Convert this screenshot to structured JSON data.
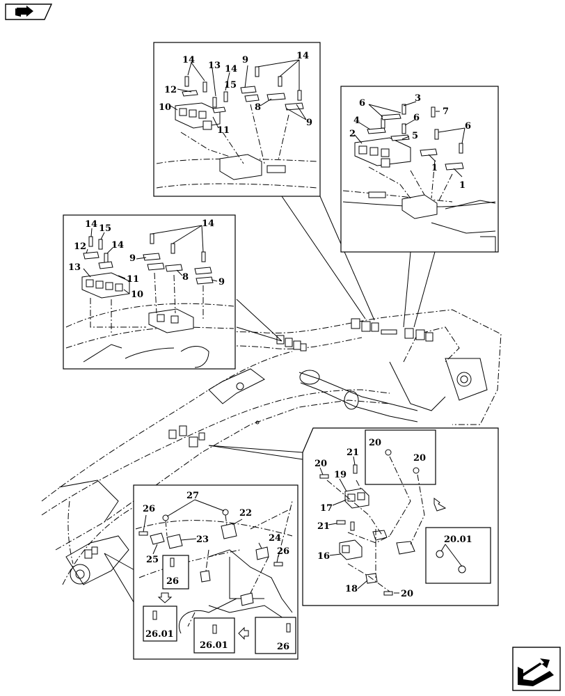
{
  "icons": {
    "top_left": "book-arrow-icon",
    "bottom_right": "next-page-arrow-icon"
  },
  "labels": {
    "top_detail": {
      "l14a": "14",
      "l13": "13",
      "l14b": "14",
      "l12": "12",
      "l15": "15",
      "l10": "10",
      "l11": "11",
      "l9a": "9",
      "l14c": "14",
      "l8": "8",
      "l9b": "9"
    },
    "right_detail": {
      "l6a": "6",
      "l3": "3",
      "l4": "4",
      "l6b": "6",
      "l7": "7",
      "l2": "2",
      "l5": "5",
      "l6c": "6",
      "l1a": "1",
      "l1b": "1"
    },
    "left_detail": {
      "l14a": "14",
      "l15": "15",
      "l12": "12",
      "l14b": "14",
      "l14c": "14",
      "l9a": "9",
      "l13": "13",
      "l11": "11",
      "l10": "10",
      "l8": "8",
      "l9b": "9"
    },
    "lower_right_detail": {
      "l20a": "20",
      "l20b": "20",
      "l21a": "21",
      "l20c": "20",
      "l19": "19",
      "l17": "17",
      "l21b": "21",
      "l16": "16",
      "l18": "18",
      "l20d": "20",
      "l2001": "20.01"
    },
    "lower_left_detail": {
      "l27": "27",
      "l26a": "26",
      "l22": "22",
      "l23": "23",
      "l24": "24",
      "l25": "25",
      "l26b": "26",
      "l26c": "26",
      "l2601a": "26.01",
      "l2601b": "26.01",
      "l26d": "26"
    }
  }
}
